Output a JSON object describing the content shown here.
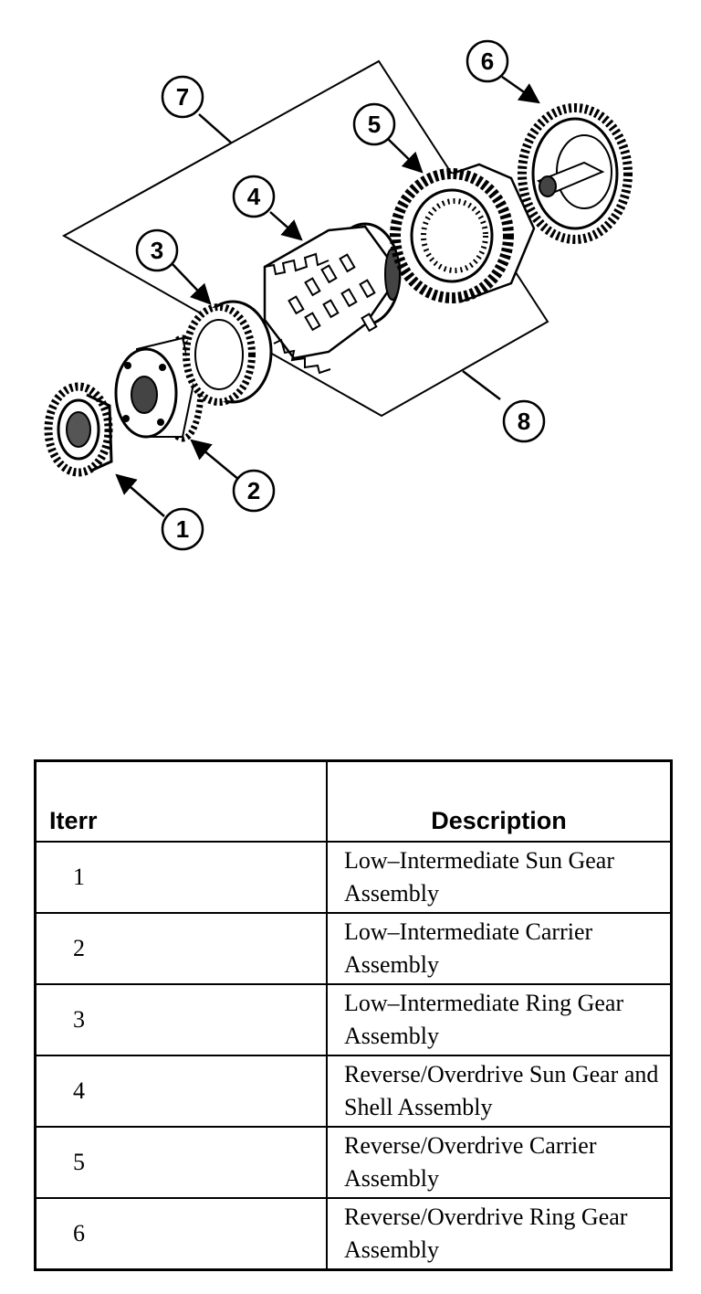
{
  "callouts": [
    "1",
    "2",
    "3",
    "4",
    "5",
    "6",
    "7",
    "8"
  ],
  "table": {
    "headers": {
      "item": "Iterr",
      "description": "Description"
    },
    "rows": [
      {
        "item": "1",
        "description": "Low–Intermediate Sun Gear Assembly"
      },
      {
        "item": "2",
        "description": "Low–Intermediate Carrier Assembly"
      },
      {
        "item": "3",
        "description": "Low–Intermediate Ring Gear Assembly"
      },
      {
        "item": "4",
        "description": "Reverse/Overdrive Sun Gear and Shell Assembly"
      },
      {
        "item": "5",
        "description": "Reverse/Overdrive Carrier Assembly"
      },
      {
        "item": "6",
        "description": "Reverse/Overdrive Ring Gear Assembly"
      }
    ]
  }
}
